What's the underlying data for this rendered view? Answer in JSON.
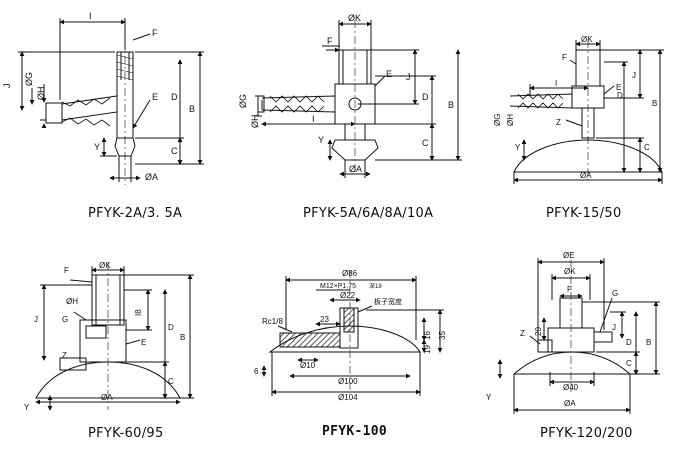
{
  "captions": {
    "d1": "PFYK-2A/3. 5A",
    "d2": "PFYK-5A/6A/8A/10A",
    "d3": "PFYK-15/50",
    "d4": "PFYK-60/95",
    "d5": "PFYK-100",
    "d6": "PFYK-120/200"
  },
  "labels": {
    "d1": {
      "I": "I",
      "F": "F",
      "J": "J",
      "G": "ØG",
      "H": "ØH",
      "E": "E",
      "B": "B",
      "D": "D",
      "Y": "Y",
      "C": "C",
      "A": "ØA"
    },
    "d2": {
      "K": "ØK",
      "F": "F",
      "E": "E",
      "J": "J",
      "G": "ØG",
      "H": "ØH",
      "I": "I",
      "D": "D",
      "B": "B",
      "Y": "Y",
      "C": "C",
      "A": "ØA"
    },
    "d3": {
      "K": "ØK",
      "F": "F",
      "J": "J",
      "E": "E",
      "D": "D",
      "B": "B",
      "I": "I",
      "G": "ØG",
      "H": "ØH",
      "Z": "Z",
      "Y": "Y",
      "C": "C",
      "A": "ØA"
    },
    "d4": {
      "K": "ØK",
      "F": "F",
      "J": "J",
      "H": "ØH",
      "G": "G",
      "I": "I8",
      "D": "D",
      "B": "B",
      "E": "E",
      "Z": "Z",
      "C": "C",
      "Y": "Y",
      "A": "ØA"
    },
    "d5": {
      "d86": "Ø86",
      "thread": "M12×P1.75",
      "thread_sub": "深18",
      "d22": "Ø22",
      "note": "板子宽度",
      "rc": "Rc1/8",
      "d23": "23",
      "d16": "16",
      "d35": "35",
      "d19": "19",
      "d6": "6",
      "d10": "Ø10",
      "d100": "Ø100",
      "d104": "Ø104"
    },
    "d6": {
      "E": "ØE",
      "K": "ØK",
      "F": "F",
      "G": "G",
      "J": "J",
      "D": "D",
      "B": "B",
      "n20": "20",
      "Z": "Z",
      "C": "C",
      "d40": "Ø40",
      "Y": "Y",
      "A": "ØA"
    }
  }
}
